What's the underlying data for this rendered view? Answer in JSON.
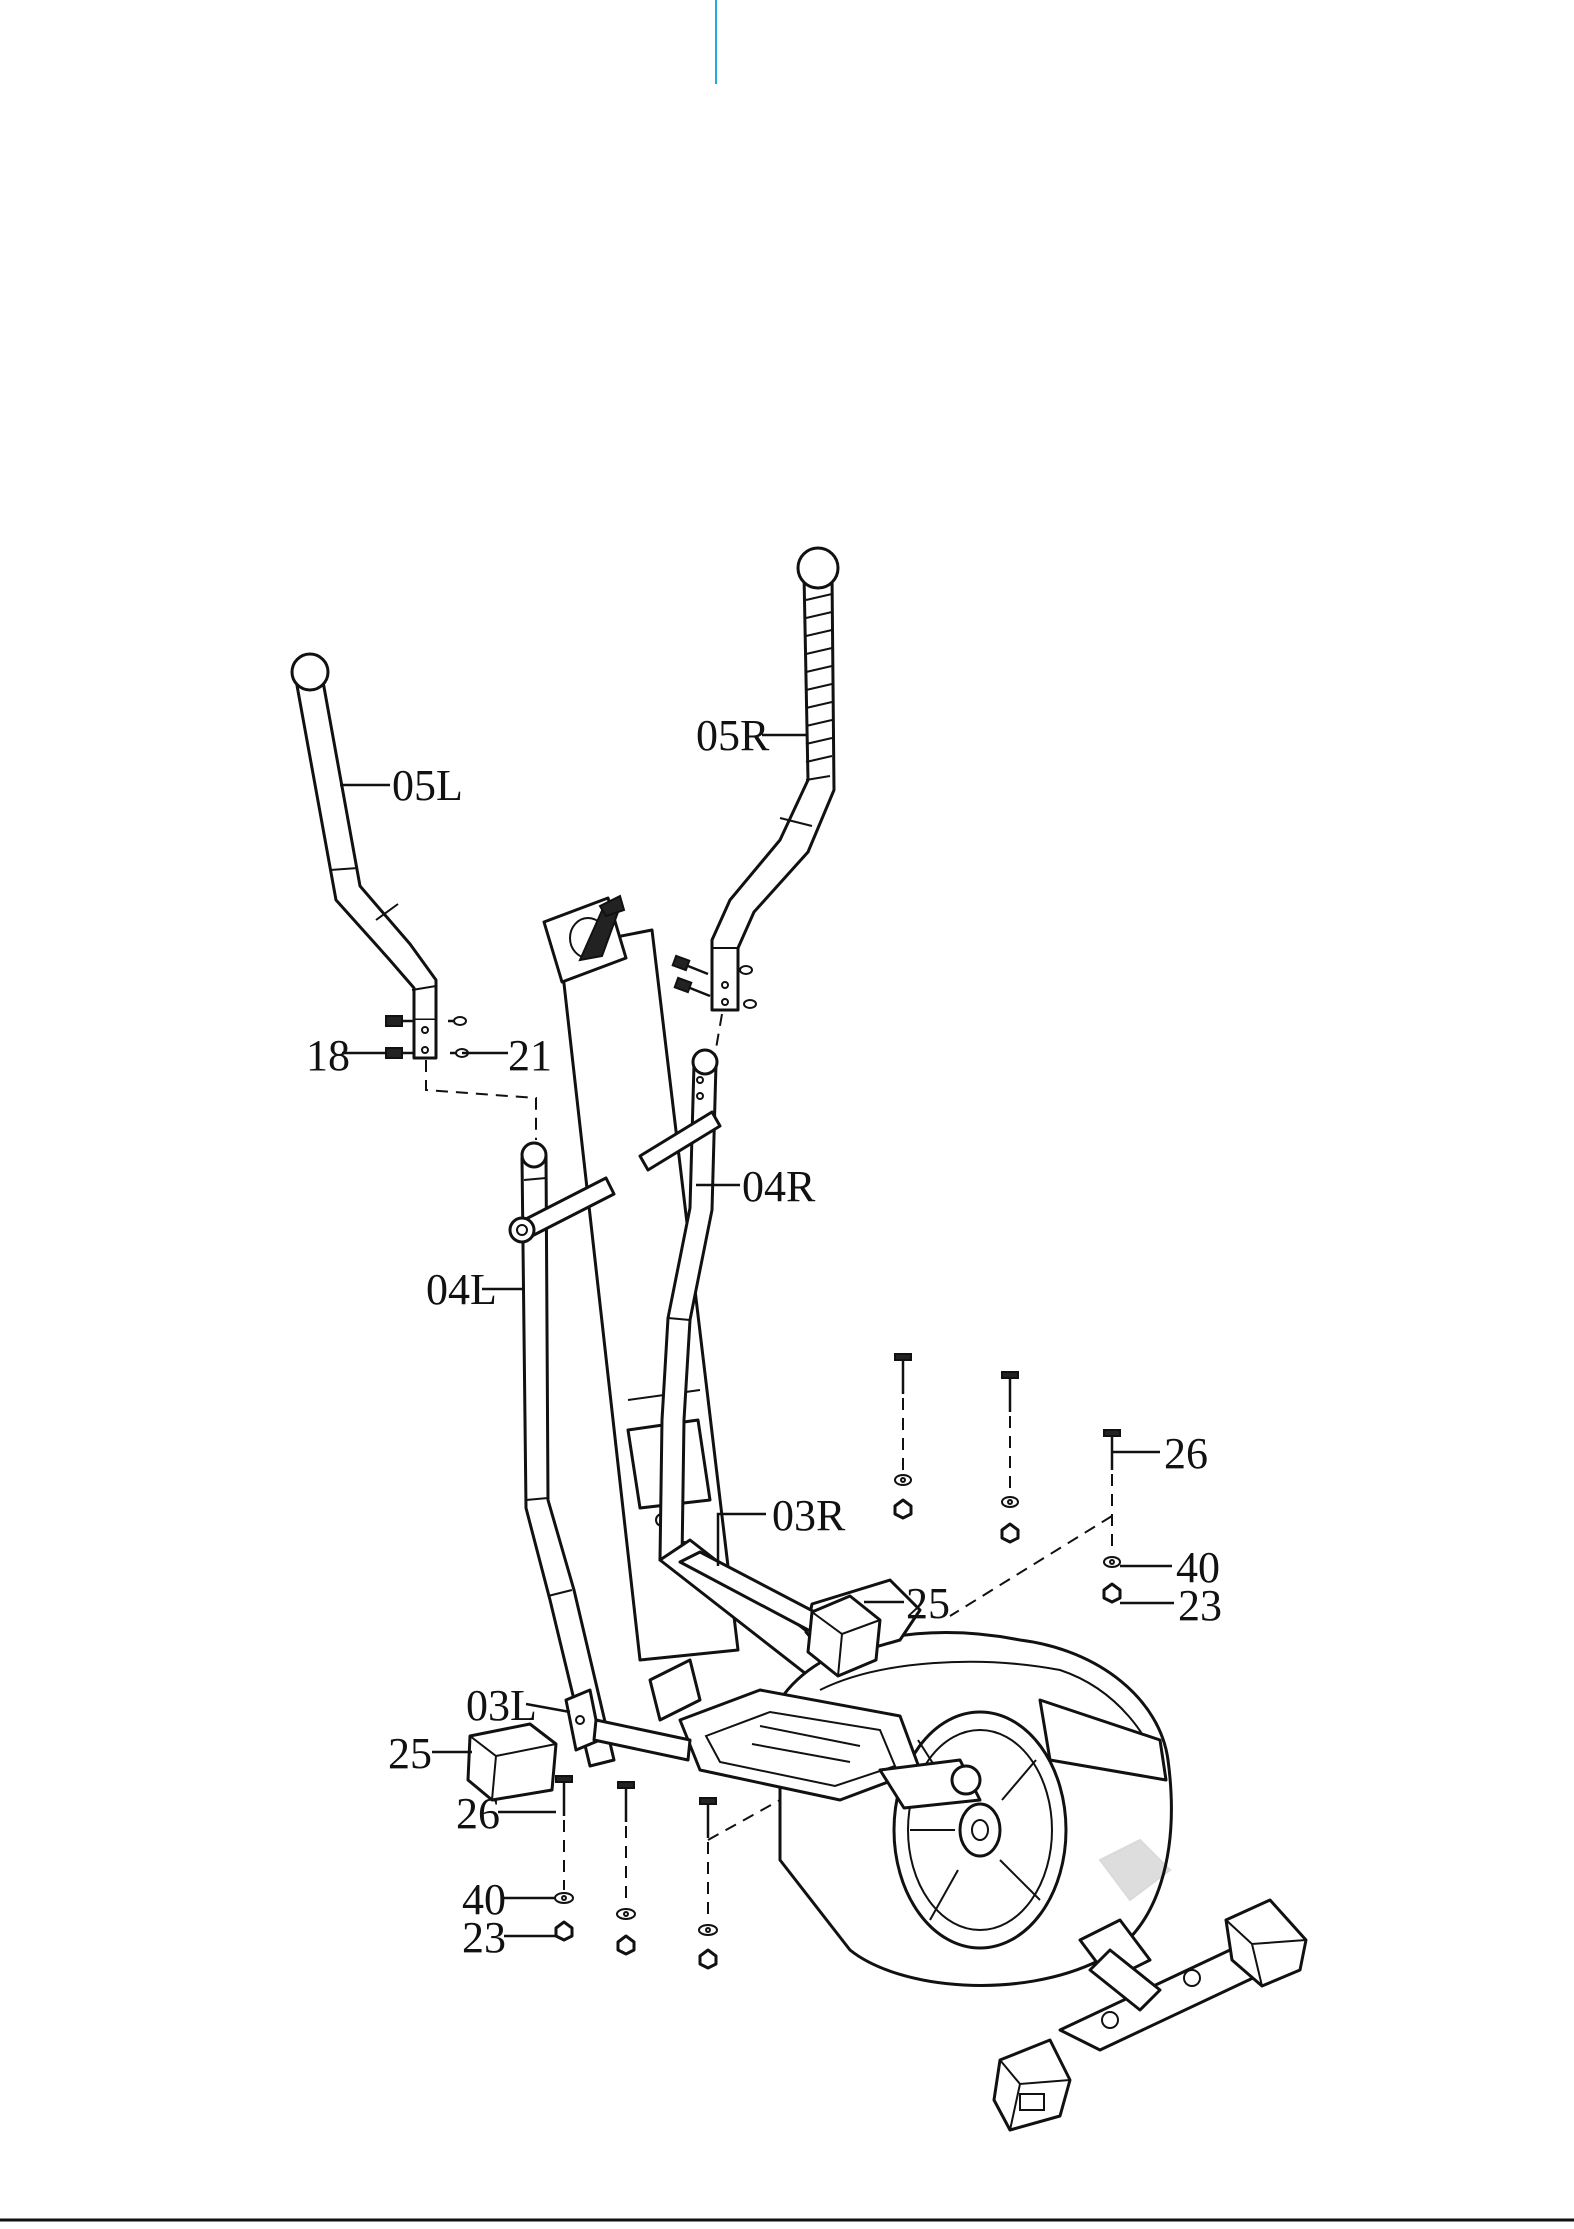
{
  "header": {
    "accent_color": "#29a8e0"
  },
  "diagram": {
    "labels": {
      "l_05L": "05L",
      "l_05R": "05R",
      "l_18": "18",
      "l_21": "21",
      "l_04R": "04R",
      "l_04L": "04L",
      "l_26_right": "26",
      "l_03R": "03R",
      "l_40_right": "40",
      "l_23_right": "23",
      "l_25_right": "25",
      "l_03L": "03L",
      "l_25_left": "25",
      "l_26_left": "26",
      "l_40_left": "40",
      "l_23_left": "23"
    }
  }
}
